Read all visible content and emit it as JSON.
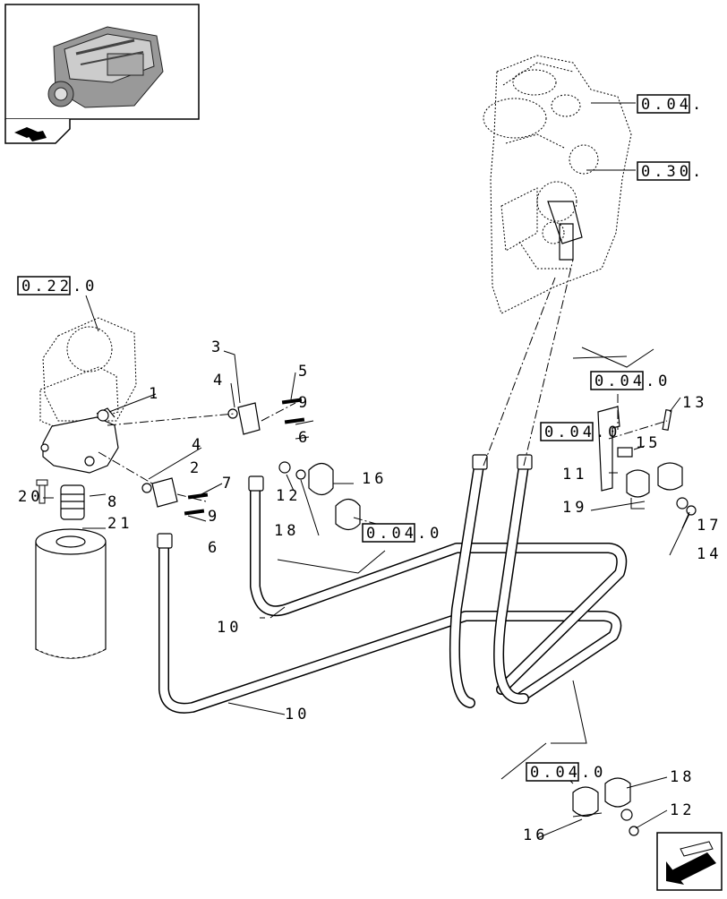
{
  "thumbnail": {
    "label": "engine-thumbnail"
  },
  "refs": {
    "r1": "0.04.",
    "r2": "0.30.",
    "r3": "0.22.0",
    "r4": "0.04.0",
    "r5": "0.04.0",
    "r6": "0.04.0",
    "r7": "0.04.0"
  },
  "callouts": {
    "c1": "1",
    "c2": "2",
    "c3": "3",
    "c4": "4",
    "c4b": "4",
    "c5": "5",
    "c6a": "6",
    "c6b": "6",
    "c7": "7",
    "c8": "8",
    "c9a": "9",
    "c9b": "9",
    "c10a": "10",
    "c10b": "10",
    "c11": "11",
    "c12a": "12",
    "c12b": "12",
    "c13": "13",
    "c14": "14",
    "c15": "15",
    "c16a": "16",
    "c16b": "16",
    "c17": "17",
    "c18a": "18",
    "c18b": "18",
    "c19": "19",
    "c20": "20",
    "c21": "21"
  }
}
